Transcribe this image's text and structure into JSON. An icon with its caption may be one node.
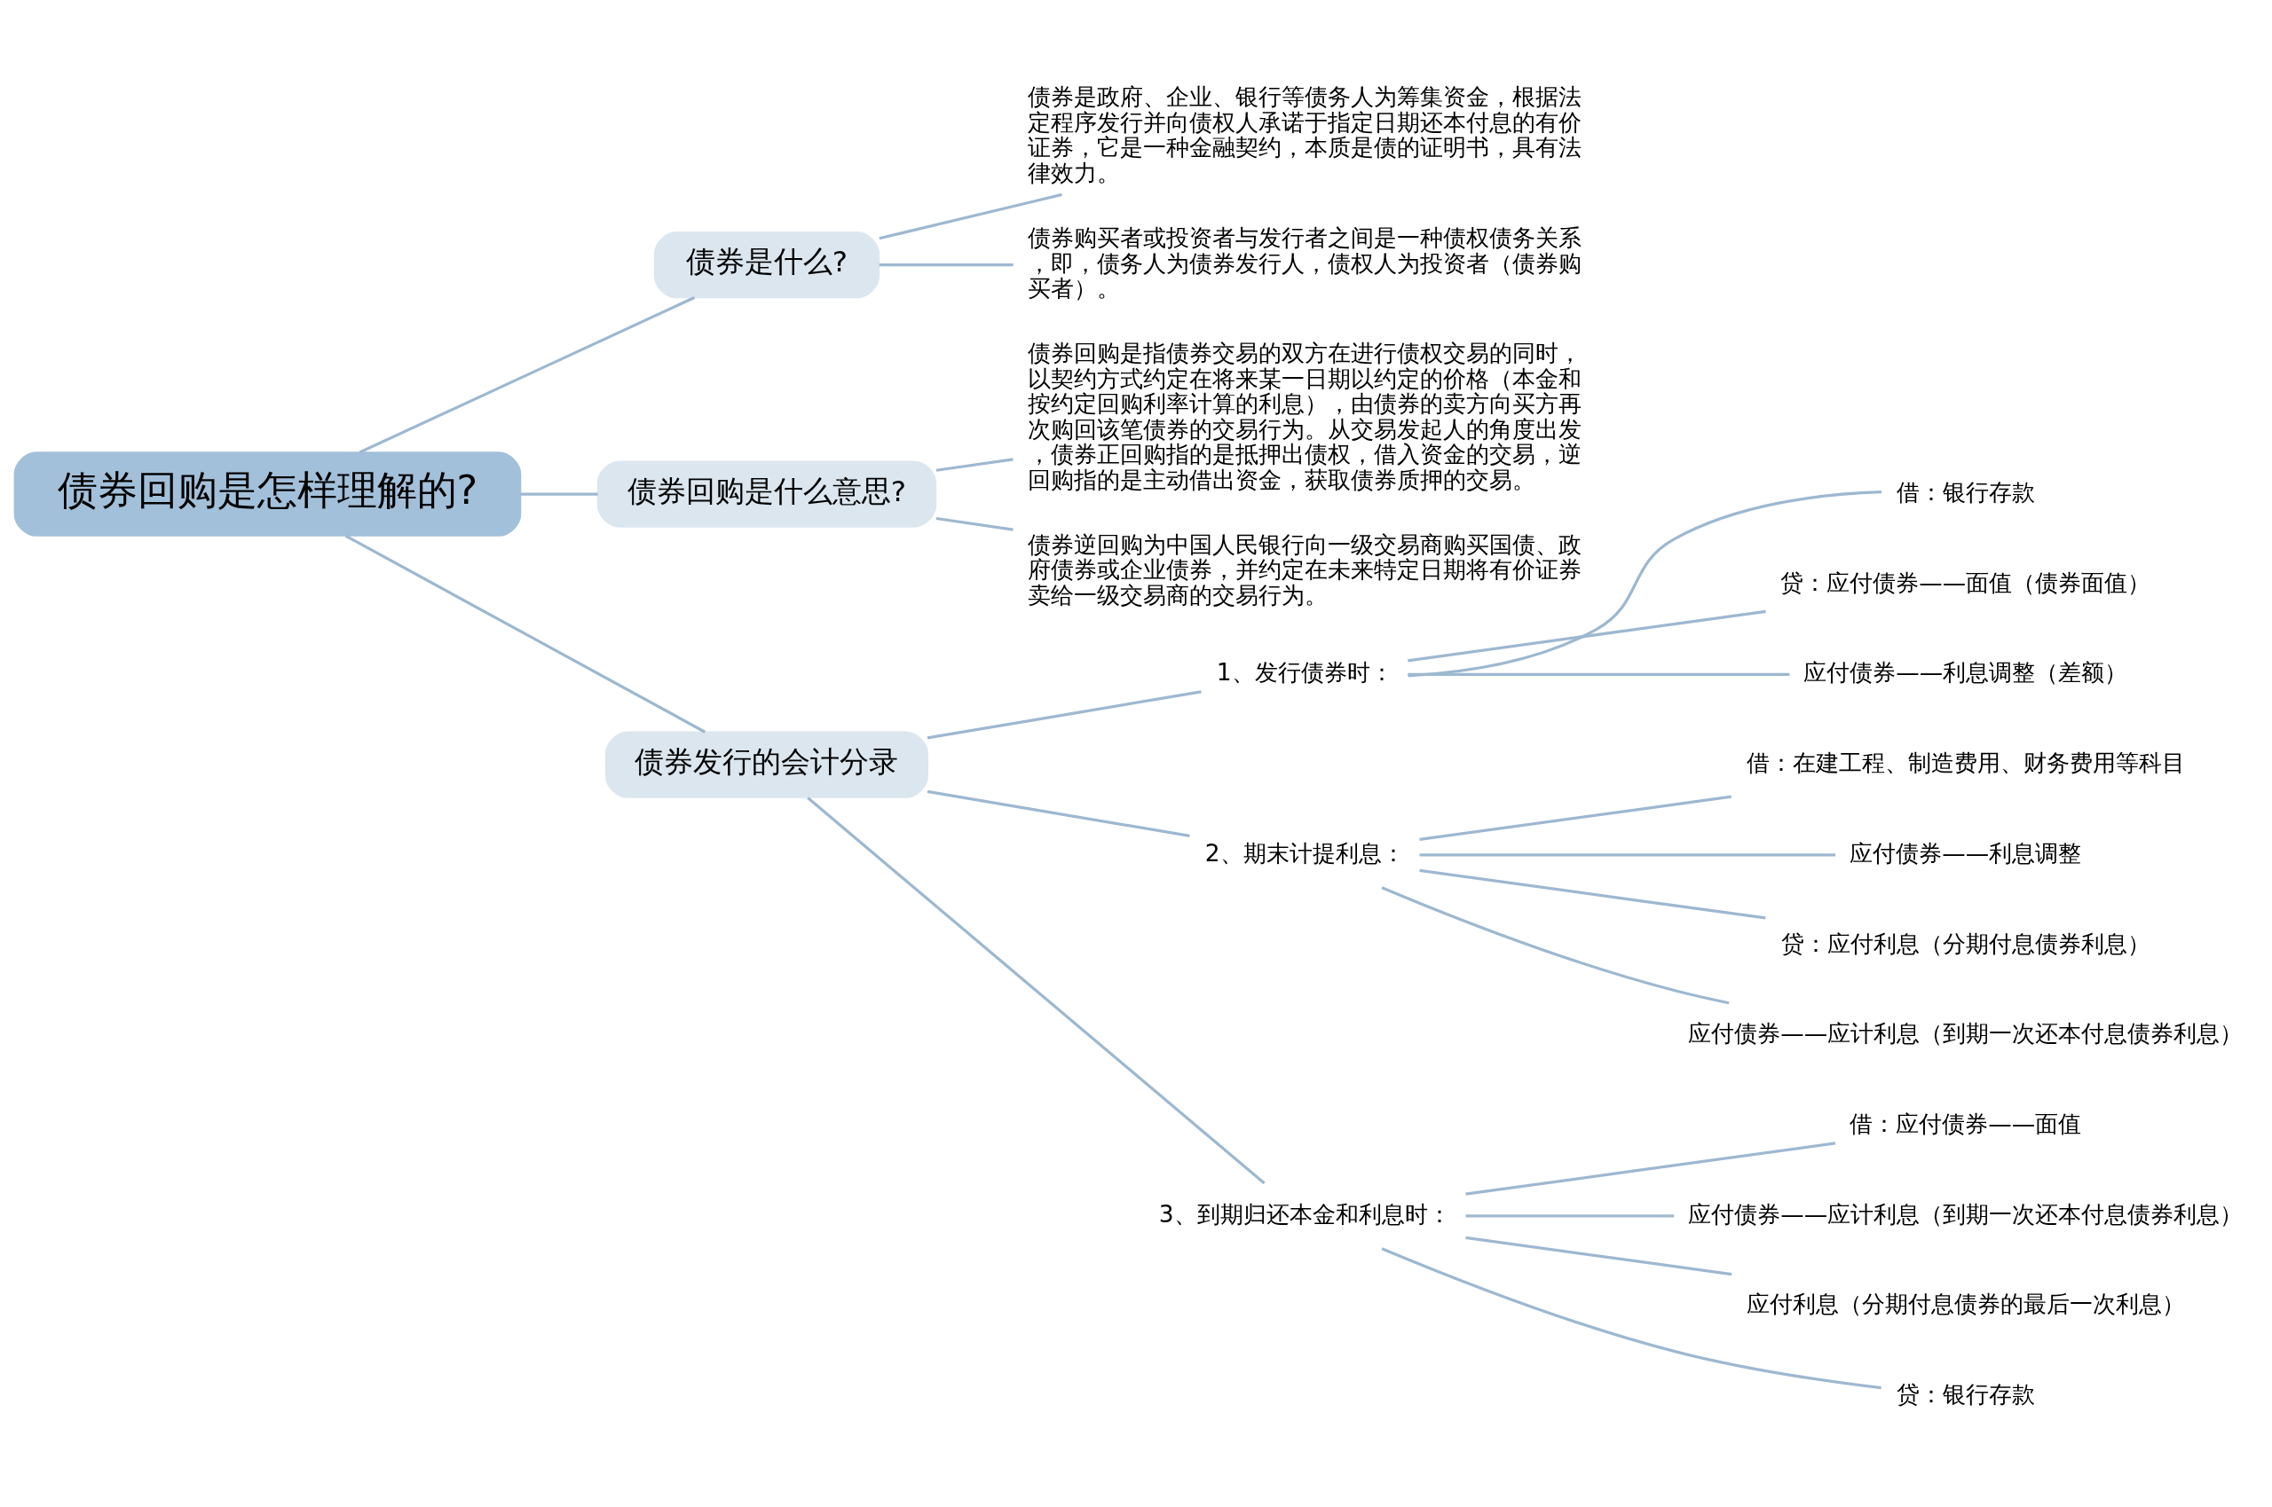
{
  "diagram": {
    "nodes": [
      {
        "text": [
          "债券回购是怎样理解的?"
        ]
      },
      {
        "text": [
          "债券是什么?"
        ]
      },
      {
        "text": [
          "债券是政府、企业、银行等债务人为筹集资金，根据法定程序发行并向债权人承诺于指定日期还本付息的有价证券，它是一种金融契约，本质是债的证明书，具有法律效力。"
        ]
      },
      {
        "text": [
          "债券购买者或投资者与发行者之间是一种债权债务关系，即，债务人为债券发行人，债权人为投资者（债券购买者）。"
        ]
      },
      {
        "text": [
          "债券回购是什么意思?"
        ]
      },
      {
        "text": [
          "债券回购是指债券交易的双方在进行债权交易的同时，以契约方式约定在将来某一日期以约定的价格（本金和按约定回购利率计算的利息），由债券的卖方向买方再次购回该笔债券的交易行为。从交易发起人的角度出发，债券正回购指的是抵押出债权，借入资金的交易，逆回购指的是主动借出资金，获取债券质押的交易。"
        ]
      },
      {
        "text": [
          "债券逆回购为中国人民银行向一级交易商购买国债、政府债券或企业债券，并约定在未来特定日期将有价证券卖给一级交易商的交易行为。"
        ]
      },
      {
        "text": [
          "债券发行的会计分录"
        ]
      },
      {
        "text": [
          "1、发行债券时："
        ]
      },
      {
        "text": [
          "借：银行存款"
        ]
      },
      {
        "text": [
          "贷：应付债券——面值（债券面值）"
        ]
      },
      {
        "text": [
          "应付债券——利息调整（差额）"
        ]
      },
      {
        "text": [
          "2、期末计提利息："
        ]
      },
      {
        "text": [
          "借：在建工程、制造费用、财务费用等科目"
        ]
      },
      {
        "text": [
          "应付债券——利息调整"
        ]
      },
      {
        "text": [
          "贷：应付利息（分期付息债券利息）"
        ]
      },
      {
        "text": [
          "应付债券——应计利息（到期一次还本付息债券利息）"
        ]
      },
      {
        "text": [
          "3、到期归还本金和利息时："
        ]
      },
      {
        "text": [
          "借：应付债券——面值"
        ]
      },
      {
        "text": [
          "应付债券——应计利息（到期一次还本付息债券利息）"
        ]
      },
      {
        "text": [
          "应付利息（分期付息债券的最后一次利息）"
        ]
      },
      {
        "text": [
          "贷：银行存款"
        ]
      }
    ],
    "edges": [
      {
        "from": 0,
        "to": 1,
        "arrow": "none"
      },
      {
        "from": 1,
        "to": 2,
        "arrow": "none"
      },
      {
        "from": 1,
        "to": 3,
        "arrow": "none"
      },
      {
        "from": 0,
        "to": 4,
        "arrow": "none"
      },
      {
        "from": 4,
        "to": 5,
        "arrow": "none"
      },
      {
        "from": 4,
        "to": 6,
        "arrow": "none"
      },
      {
        "from": 0,
        "to": 7,
        "arrow": "none"
      },
      {
        "from": 7,
        "to": 8,
        "arrow": "none"
      },
      {
        "from": 8,
        "to": 9,
        "arrow": "none"
      },
      {
        "from": 8,
        "to": 10,
        "arrow": "none"
      },
      {
        "from": 8,
        "to": 11,
        "arrow": "none"
      },
      {
        "from": 7,
        "to": 12,
        "arrow": "none"
      },
      {
        "from": 12,
        "to": 13,
        "arrow": "none"
      },
      {
        "from": 12,
        "to": 14,
        "arrow": "none"
      },
      {
        "from": 12,
        "to": 15,
        "arrow": "none"
      },
      {
        "from": 12,
        "to": 16,
        "arrow": "none"
      },
      {
        "from": 7,
        "to": 17,
        "arrow": "none"
      },
      {
        "from": 17,
        "to": 18,
        "arrow": "none"
      },
      {
        "from": 17,
        "to": 19,
        "arrow": "none"
      },
      {
        "from": 17,
        "to": 20,
        "arrow": "none"
      },
      {
        "from": 17,
        "to": 21,
        "arrow": "none"
      }
    ]
  }
}
